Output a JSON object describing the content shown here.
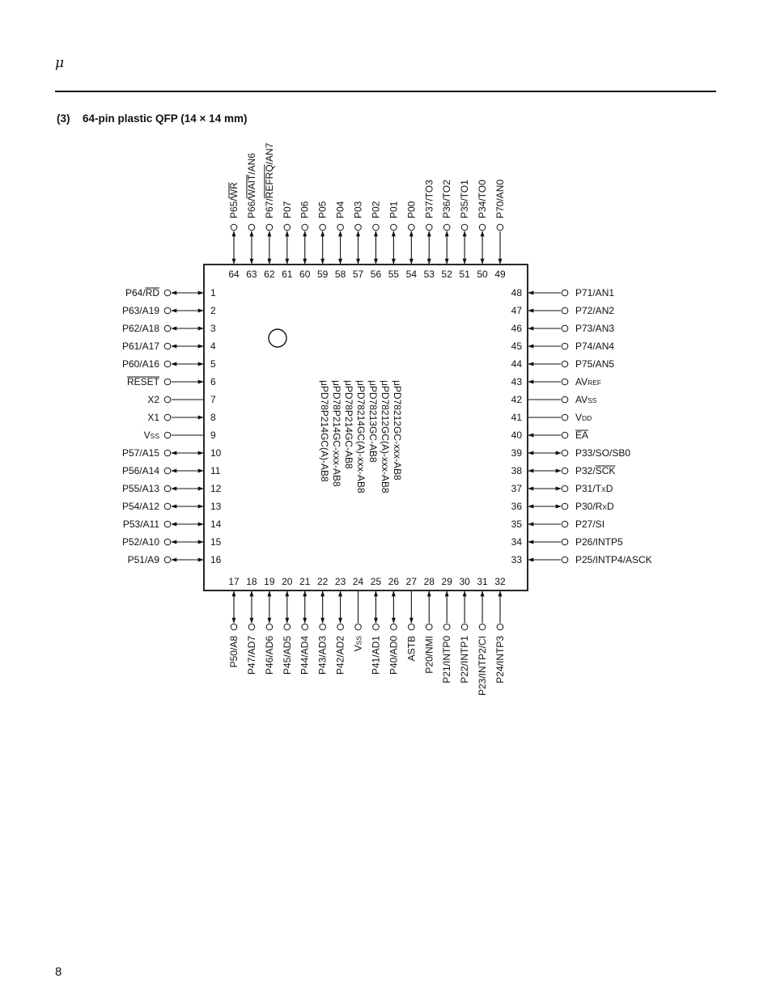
{
  "header": {
    "mark": "μ"
  },
  "section": {
    "number": "(3)",
    "title": "64-pin plastic QFP (14 × 14 mm)"
  },
  "page_number": "8",
  "package": {
    "part_numbers": [
      "μPD78212GC-xxx-AB8",
      "μPD78212GC(A)-xxx-AB8",
      "μPD78213GC-AB8",
      "μPD78214GC(A)-xxx-AB8",
      "μPD78P214GC-AB8",
      "μPD78P214GC-xxx-AB8",
      "μPD78P214GC(A)-AB8"
    ],
    "left_pins": [
      {
        "num": "1",
        "label": "P64/",
        "over": "RD",
        "dir": "bi"
      },
      {
        "num": "2",
        "label": "P63/A19",
        "dir": "bi"
      },
      {
        "num": "3",
        "label": "P62/A18",
        "dir": "bi"
      },
      {
        "num": "4",
        "label": "P61/A17",
        "dir": "bi"
      },
      {
        "num": "5",
        "label": "P60/A16",
        "dir": "bi"
      },
      {
        "num": "6",
        "label": "",
        "over": "RESET",
        "dir": "in"
      },
      {
        "num": "7",
        "label": "X2",
        "dir": "none"
      },
      {
        "num": "8",
        "label": "X1",
        "dir": "in"
      },
      {
        "num": "9",
        "label": "V",
        "sub": "SS",
        "dir": "none"
      },
      {
        "num": "10",
        "label": "P57/A15",
        "dir": "bi"
      },
      {
        "num": "11",
        "label": "P56/A14",
        "dir": "bi"
      },
      {
        "num": "12",
        "label": "P55/A13",
        "dir": "bi"
      },
      {
        "num": "13",
        "label": "P54/A12",
        "dir": "bi"
      },
      {
        "num": "14",
        "label": "P53/A11",
        "dir": "bi"
      },
      {
        "num": "15",
        "label": "P52/A10",
        "dir": "bi"
      },
      {
        "num": "16",
        "label": "P51/A9",
        "dir": "bi"
      }
    ],
    "right_pins": [
      {
        "num": "48",
        "label": "P71/AN1",
        "dir": "in"
      },
      {
        "num": "47",
        "label": "P72/AN2",
        "dir": "in"
      },
      {
        "num": "46",
        "label": "P73/AN3",
        "dir": "in"
      },
      {
        "num": "45",
        "label": "P74/AN4",
        "dir": "in"
      },
      {
        "num": "44",
        "label": "P75/AN5",
        "dir": "in"
      },
      {
        "num": "43",
        "label": "AV",
        "sub": "REF",
        "dir": "in"
      },
      {
        "num": "42",
        "label": "AV",
        "sub": "SS",
        "dir": "none"
      },
      {
        "num": "41",
        "label": "V",
        "sub": "DD",
        "dir": "none"
      },
      {
        "num": "40",
        "label": "",
        "over": "EA",
        "dir": "in"
      },
      {
        "num": "39",
        "label": "P33/SO/SB0",
        "dir": "bi"
      },
      {
        "num": "38",
        "label": "P32/",
        "over": "SCK",
        "dir": "bi"
      },
      {
        "num": "37",
        "label": "P31/T",
        "sub": "X",
        "after": "D",
        "dir": "bi"
      },
      {
        "num": "36",
        "label": "P30/R",
        "sub": "X",
        "after": "D",
        "dir": "bi"
      },
      {
        "num": "35",
        "label": "P27/SI",
        "dir": "in"
      },
      {
        "num": "34",
        "label": "P26/INTP5",
        "dir": "in"
      },
      {
        "num": "33",
        "label": "P25/INTP4/ASCK",
        "dir": "in"
      }
    ],
    "top_pins": [
      {
        "num": "64",
        "label": "P65/",
        "over": "WR",
        "dir": "bi"
      },
      {
        "num": "63",
        "label": "P66/",
        "over": "WAIT",
        "after": "/AN6",
        "dir": "bi"
      },
      {
        "num": "62",
        "label": "P67/",
        "over": "REFRQ",
        "after": "/AN7",
        "dir": "bi"
      },
      {
        "num": "61",
        "label": "P07",
        "dir": "bi"
      },
      {
        "num": "60",
        "label": "P06",
        "dir": "bi"
      },
      {
        "num": "59",
        "label": "P05",
        "dir": "bi"
      },
      {
        "num": "58",
        "label": "P04",
        "dir": "bi"
      },
      {
        "num": "57",
        "label": "P03",
        "dir": "bi"
      },
      {
        "num": "56",
        "label": "P02",
        "dir": "bi"
      },
      {
        "num": "55",
        "label": "P01",
        "dir": "bi"
      },
      {
        "num": "54",
        "label": "P00",
        "dir": "bi"
      },
      {
        "num": "53",
        "label": "P37/TO3",
        "dir": "bi"
      },
      {
        "num": "52",
        "label": "P36/TO2",
        "dir": "bi"
      },
      {
        "num": "51",
        "label": "P35/TO1",
        "dir": "bi"
      },
      {
        "num": "50",
        "label": "P34/TO0",
        "dir": "bi"
      },
      {
        "num": "49",
        "label": "P70/AN0",
        "dir": "in"
      }
    ],
    "bottom_pins": [
      {
        "num": "17",
        "label": "P50/A8",
        "dir": "bi"
      },
      {
        "num": "18",
        "label": "P47/AD7",
        "dir": "bi"
      },
      {
        "num": "19",
        "label": "P46/AD6",
        "dir": "bi"
      },
      {
        "num": "20",
        "label": "P45/AD5",
        "dir": "bi"
      },
      {
        "num": "21",
        "label": "P44/AD4",
        "dir": "bi"
      },
      {
        "num": "22",
        "label": "P43/AD3",
        "dir": "bi"
      },
      {
        "num": "23",
        "label": "P42/AD2",
        "dir": "bi"
      },
      {
        "num": "24",
        "label": "V",
        "sub": "SS",
        "dir": "none"
      },
      {
        "num": "25",
        "label": "P41/AD1",
        "dir": "bi"
      },
      {
        "num": "26",
        "label": "P40/AD0",
        "dir": "bi"
      },
      {
        "num": "27",
        "label": "ASTB",
        "dir": "out"
      },
      {
        "num": "28",
        "label": "P20/NMI",
        "dir": "in"
      },
      {
        "num": "29",
        "label": "P21/INTP0",
        "dir": "in"
      },
      {
        "num": "30",
        "label": "P22/INTP1",
        "dir": "in"
      },
      {
        "num": "31",
        "label": "P23/INTP2/CI",
        "dir": "in"
      },
      {
        "num": "32",
        "label": "P24/INTP3",
        "dir": "in"
      }
    ]
  }
}
